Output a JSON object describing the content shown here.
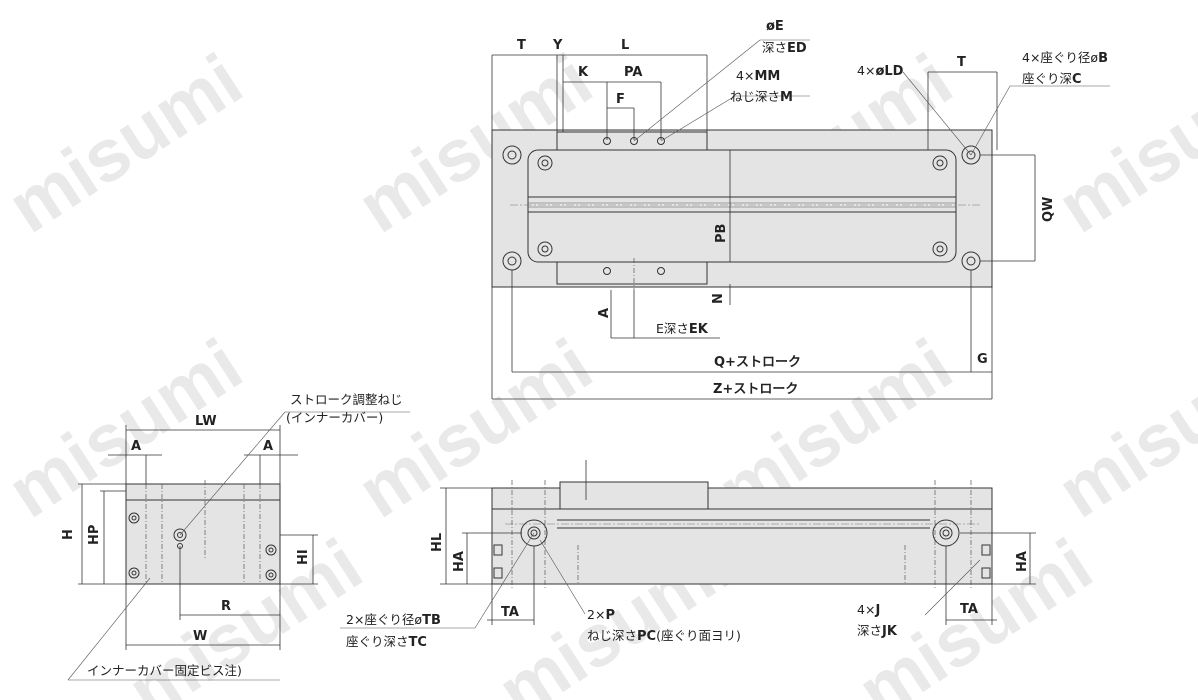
{
  "watermark": "misumi",
  "labels": {
    "T": "T",
    "Y": "Y",
    "L": "L",
    "K": "K",
    "PA": "PA",
    "F": "F",
    "oE": "øE",
    "fukasa_ED": "深さ",
    "ED": "ED",
    "mm_n": "4×",
    "MM": "MM",
    "nejifukasa": "ねじ深さ",
    "M": "M",
    "ld_n": "4×",
    "LD": "øLD",
    "T2": "T",
    "b_pre": "4×座ぐり径ø",
    "B": "B",
    "c_pre": "座ぐり深",
    "C": "C",
    "QW": "QW",
    "PB": "PB",
    "N": "N",
    "A1": "A",
    "ek_pre": "E深さ",
    "EK": "EK",
    "Q": "Q+ストローク",
    "G": "G",
    "Z": "Z+ストローク",
    "LW": "LW",
    "A2": "A",
    "A3": "A",
    "H": "H",
    "HP": "HP",
    "HI": "HI",
    "R": "R",
    "W": "W",
    "stroke_screw_1": "ストローク調整ねじ",
    "stroke_screw_2": "(インナーカバー)",
    "inner_cover_screw": "インナーカバー固定ビス注)",
    "HL": "HL",
    "HA1": "HA",
    "HA2": "HA",
    "TA1": "TA",
    "TA2": "TA",
    "tb_pre": "2×座ぐり径ø",
    "TB": "TB",
    "tc_pre": "座ぐり深さ",
    "TC": "TC",
    "p_pre": "2×",
    "P": "P",
    "pc_pre": "ねじ深さ",
    "PC": "PC",
    "pc_post": "(座ぐり面ヨリ)",
    "j_pre": "4×",
    "J": "J",
    "jk_pre": "深さ",
    "JK": "JK"
  }
}
